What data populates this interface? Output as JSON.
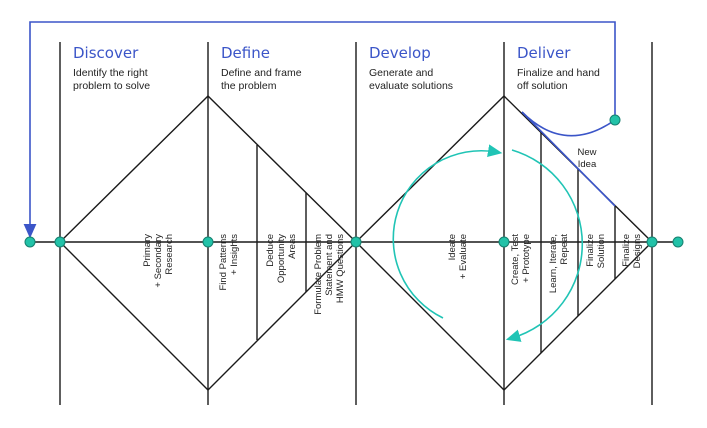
{
  "phases": [
    {
      "title": "Discover",
      "desc": [
        "Identify the right",
        "problem to solve"
      ]
    },
    {
      "title": "Define",
      "desc": [
        "Define and frame",
        "the problem"
      ]
    },
    {
      "title": "Develop",
      "desc": [
        "Generate and",
        "evaluate solutions"
      ]
    },
    {
      "title": "Deliver",
      "desc": [
        "Finalize and hand",
        "off solution"
      ]
    }
  ],
  "steps": {
    "primary": [
      "Primary",
      "+ Secondary",
      "Research"
    ],
    "patterns": [
      "Find Patterns",
      "+ Insights"
    ],
    "deduce": [
      "Deduce",
      "Opportunity",
      "Areas"
    ],
    "formulate": [
      "Formulate Problem",
      "Statement and",
      "HMW Questions"
    ],
    "ideate": [
      "Ideate",
      "+ Evaluate"
    ],
    "create": [
      "Create, Test",
      "+ Prototype"
    ],
    "learn": [
      "Learn, Iterate,",
      "Repeat"
    ],
    "finalize_solution": [
      "Finalize",
      "Solution"
    ],
    "finalize_designs": [
      "Finalize",
      "Designs"
    ]
  },
  "new_idea": [
    "New",
    "Idea"
  ],
  "colors": {
    "accent": "#3b55c8",
    "loop": "#20c4b5",
    "node": "#22c2a8",
    "line": "#1a1a1a"
  }
}
